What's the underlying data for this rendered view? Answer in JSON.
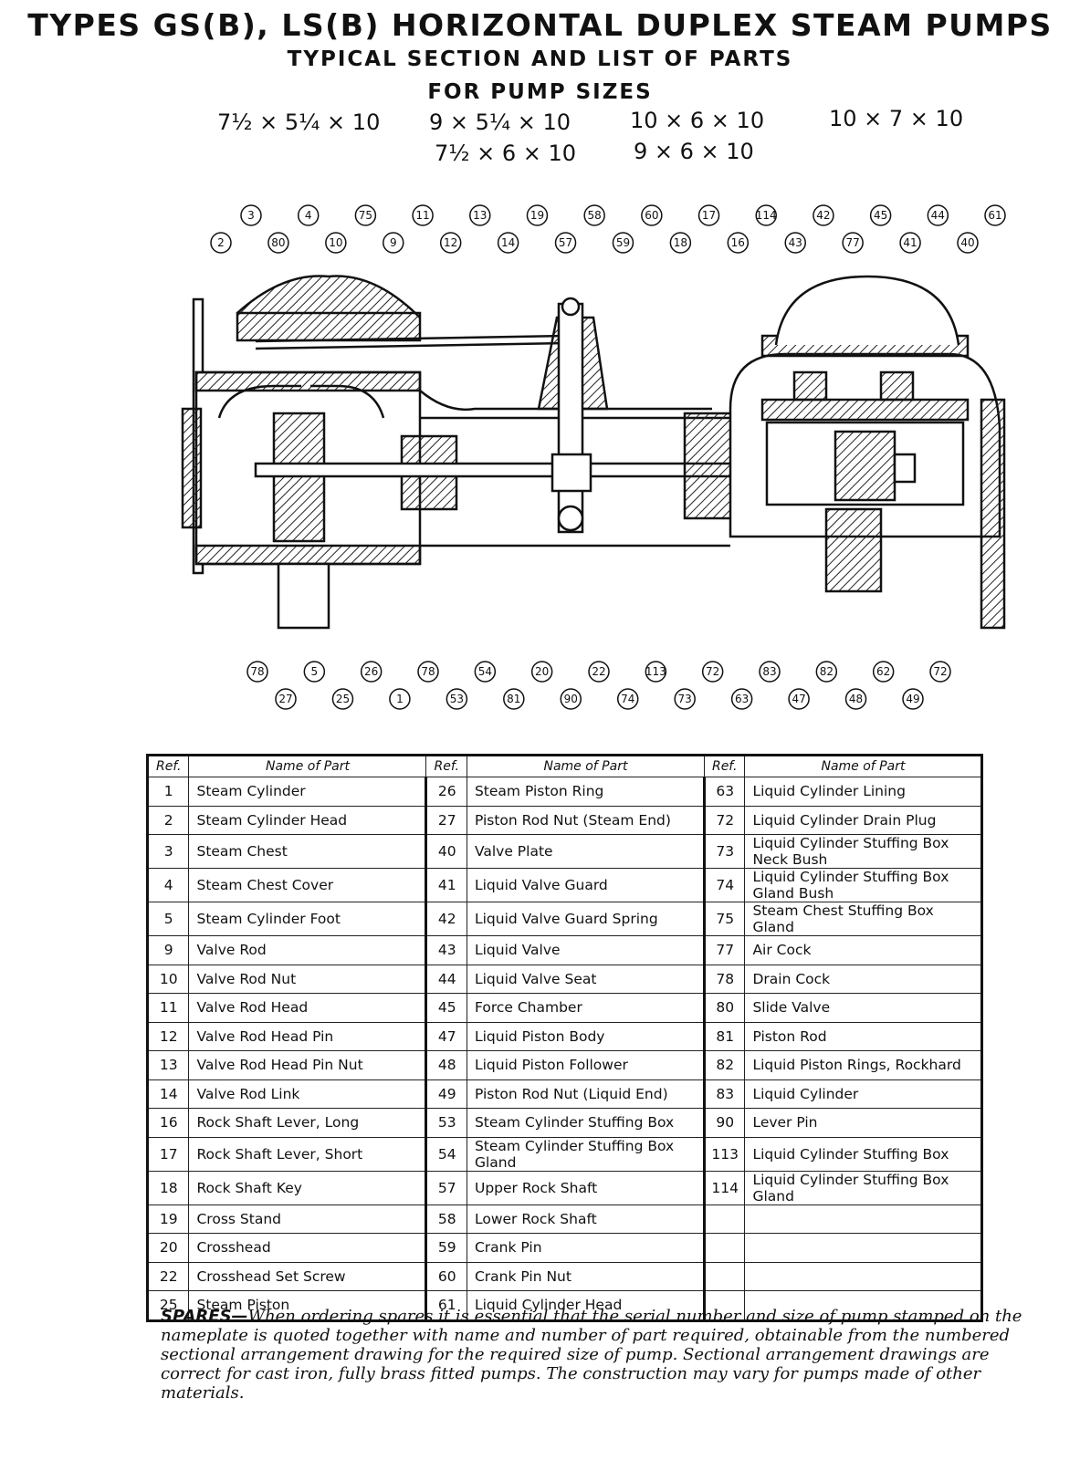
{
  "header": {
    "title": "TYPES GS(B), LS(B) HORIZONTAL DUPLEX STEAM PUMPS",
    "subtitle1": "TYPICAL SECTION AND LIST OF PARTS",
    "subtitle2": "FOR PUMP SIZES"
  },
  "sizes": [
    "7½ × 5¼ × 10",
    "9 × 5¼ × 10",
    "10 × 6 × 10",
    "10 × 7 × 10",
    "7½ × 6 × 10",
    "9 × 6 × 10"
  ],
  "diagram": {
    "top_callouts_row1": [
      "3",
      "4",
      "75",
      "11",
      "13",
      "19",
      "58",
      "60",
      "17",
      "114",
      "42",
      "45",
      "44",
      "61"
    ],
    "top_callouts_row2": [
      "2",
      "80",
      "10",
      "9",
      "12",
      "14",
      "57",
      "59",
      "18",
      "16",
      "43",
      "77",
      "41",
      "40"
    ],
    "bottom_callouts_row1": [
      "78",
      "5",
      "26",
      "78",
      "54",
      "20",
      "22",
      "113",
      "72",
      "83",
      "82",
      "62",
      "72"
    ],
    "bottom_callouts_row2": [
      "27",
      "25",
      "1",
      "53",
      "81",
      "90",
      "74",
      "73",
      "63",
      "47",
      "48",
      "49"
    ]
  },
  "table": {
    "header_ref": "Ref.",
    "header_name": "Name of Part",
    "col1": [
      {
        "ref": "1",
        "name": "Steam Cylinder"
      },
      {
        "ref": "2",
        "name": "Steam Cylinder Head"
      },
      {
        "ref": "3",
        "name": "Steam Chest"
      },
      {
        "ref": "4",
        "name": "Steam Chest Cover"
      },
      {
        "ref": "5",
        "name": "Steam Cylinder Foot"
      },
      {
        "ref": "9",
        "name": "Valve Rod"
      },
      {
        "ref": "10",
        "name": "Valve Rod Nut"
      },
      {
        "ref": "11",
        "name": "Valve Rod Head"
      },
      {
        "ref": "12",
        "name": "Valve Rod Head Pin"
      },
      {
        "ref": "13",
        "name": "Valve Rod Head Pin Nut"
      },
      {
        "ref": "14",
        "name": "Valve Rod Link"
      },
      {
        "ref": "16",
        "name": "Rock Shaft Lever, Long"
      },
      {
        "ref": "17",
        "name": "Rock Shaft Lever, Short"
      },
      {
        "ref": "18",
        "name": "Rock Shaft Key"
      },
      {
        "ref": "19",
        "name": "Cross Stand"
      },
      {
        "ref": "20",
        "name": "Crosshead"
      },
      {
        "ref": "22",
        "name": "Crosshead Set Screw"
      },
      {
        "ref": "25",
        "name": "Steam Piston"
      }
    ],
    "col2": [
      {
        "ref": "26",
        "name": "Steam Piston Ring"
      },
      {
        "ref": "27",
        "name": "Piston Rod Nut (Steam End)"
      },
      {
        "ref": "40",
        "name": "Valve Plate"
      },
      {
        "ref": "41",
        "name": "Liquid Valve Guard"
      },
      {
        "ref": "42",
        "name": "Liquid Valve Guard Spring"
      },
      {
        "ref": "43",
        "name": "Liquid Valve"
      },
      {
        "ref": "44",
        "name": "Liquid Valve Seat"
      },
      {
        "ref": "45",
        "name": "Force Chamber"
      },
      {
        "ref": "47",
        "name": "Liquid Piston Body"
      },
      {
        "ref": "48",
        "name": "Liquid Piston Follower"
      },
      {
        "ref": "49",
        "name": "Piston Rod Nut (Liquid End)"
      },
      {
        "ref": "53",
        "name": "Steam Cylinder Stuffing Box"
      },
      {
        "ref": "54",
        "name": "Steam Cylinder Stuffing Box Gland"
      },
      {
        "ref": "57",
        "name": "Upper Rock Shaft"
      },
      {
        "ref": "58",
        "name": "Lower Rock Shaft"
      },
      {
        "ref": "59",
        "name": "Crank Pin"
      },
      {
        "ref": "60",
        "name": "Crank Pin Nut"
      },
      {
        "ref": "61",
        "name": "Liquid Cylinder Head"
      }
    ],
    "col3": [
      {
        "ref": "63",
        "name": "Liquid Cylinder Lining"
      },
      {
        "ref": "72",
        "name": "Liquid Cylinder Drain Plug"
      },
      {
        "ref": "73",
        "name": "Liquid Cylinder Stuffing Box Neck Bush"
      },
      {
        "ref": "74",
        "name": "Liquid Cylinder Stuffing Box Gland Bush"
      },
      {
        "ref": "75",
        "name": "Steam Chest Stuffing Box Gland"
      },
      {
        "ref": "77",
        "name": "Air Cock"
      },
      {
        "ref": "78",
        "name": "Drain Cock"
      },
      {
        "ref": "80",
        "name": "Slide Valve"
      },
      {
        "ref": "81",
        "name": "Piston Rod"
      },
      {
        "ref": "82",
        "name": "Liquid Piston Rings, Rockhard"
      },
      {
        "ref": "83",
        "name": "Liquid Cylinder"
      },
      {
        "ref": "90",
        "name": "Lever Pin"
      },
      {
        "ref": "113",
        "name": "Liquid Cylinder Stuffing Box"
      },
      {
        "ref": "114",
        "name": "Liquid Cylinder Stuffing Box Gland"
      }
    ]
  },
  "spares": {
    "label": "SPARES—",
    "text": "When ordering spares it is essential that the serial number and size of pump stamped on the nameplate is quoted together with name and number of part required, obtainable from the numbered sectional arrangement drawing for the required size of pump. Sectional arrangement drawings are correct for cast iron, fully brass fitted pumps. The construction may vary for pumps made of other materials."
  }
}
